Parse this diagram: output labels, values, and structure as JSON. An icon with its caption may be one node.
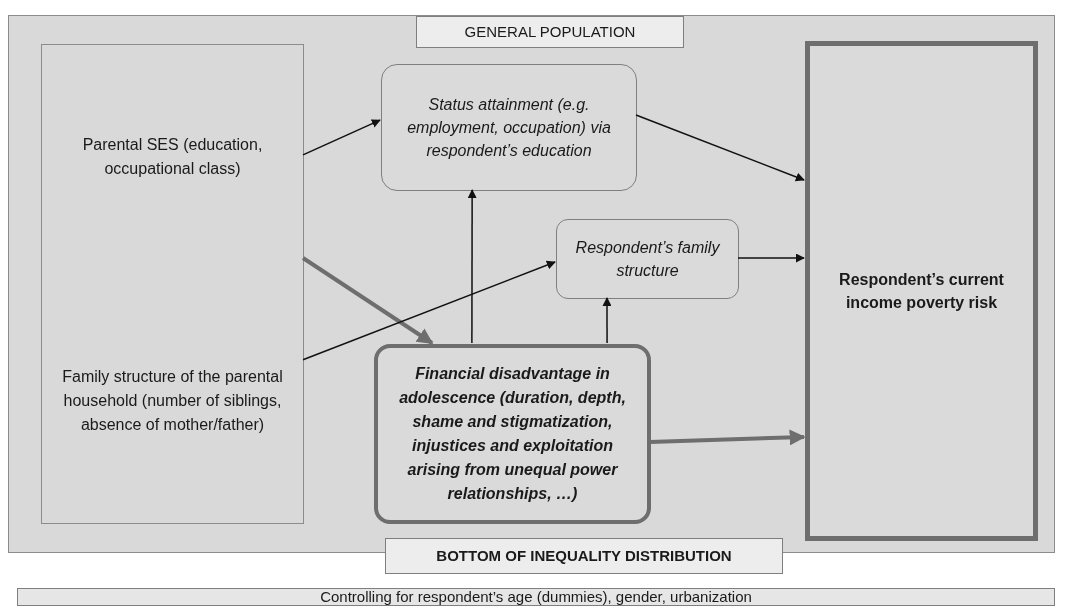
{
  "diagram": {
    "nodes": [
      {
        "text": [],
        "shape": "box"
      },
      {
        "text": [
          "GENERAL POPULATION"
        ],
        "in": 0
      },
      {
        "text": [
          "Parental SES (education, occupational class)",
          "Family structure of the parental household (number of siblings, absence of mother/father)"
        ],
        "in": 0
      },
      {
        "text": [
          "Status attainment (e.g. employment, occupation) via respondent’s education"
        ],
        "in": 0
      },
      {
        "text": [
          "Respondent’s family structure"
        ],
        "in": 0
      },
      {
        "text": [
          "Financial disadvantage in adolescence (duration, depth, shame and stigmatization, injustices and exploitation arising from unequal power relationships, …)"
        ],
        "in": 0
      },
      {
        "text": [
          "Respondent’s current income poverty risk"
        ],
        "in": 0
      },
      {
        "text": [
          "BOTTOM OF INEQUALITY DISTRIBUTION"
        ]
      },
      {
        "text": [
          "Controlling for respondent’s age (dummies), gender, urbanization"
        ]
      }
    ],
    "edges": [
      {
        "from": 2,
        "to": 3,
        "arrow": "to"
      },
      {
        "from": 3,
        "to": 6,
        "arrow": "to"
      },
      {
        "from": 2,
        "to": 5,
        "arrow": "to",
        "style": "thick",
        "color": "#6e6e6e"
      },
      {
        "from": 2,
        "to": 4,
        "arrow": "to"
      },
      {
        "from": 5,
        "to": 3,
        "arrow": "to"
      },
      {
        "from": 5,
        "to": 4,
        "arrow": "to"
      },
      {
        "from": 4,
        "to": 6,
        "arrow": "to"
      },
      {
        "from": 5,
        "to": 6,
        "arrow": "to",
        "style": "thick",
        "color": "#6e6e6e"
      }
    ]
  }
}
